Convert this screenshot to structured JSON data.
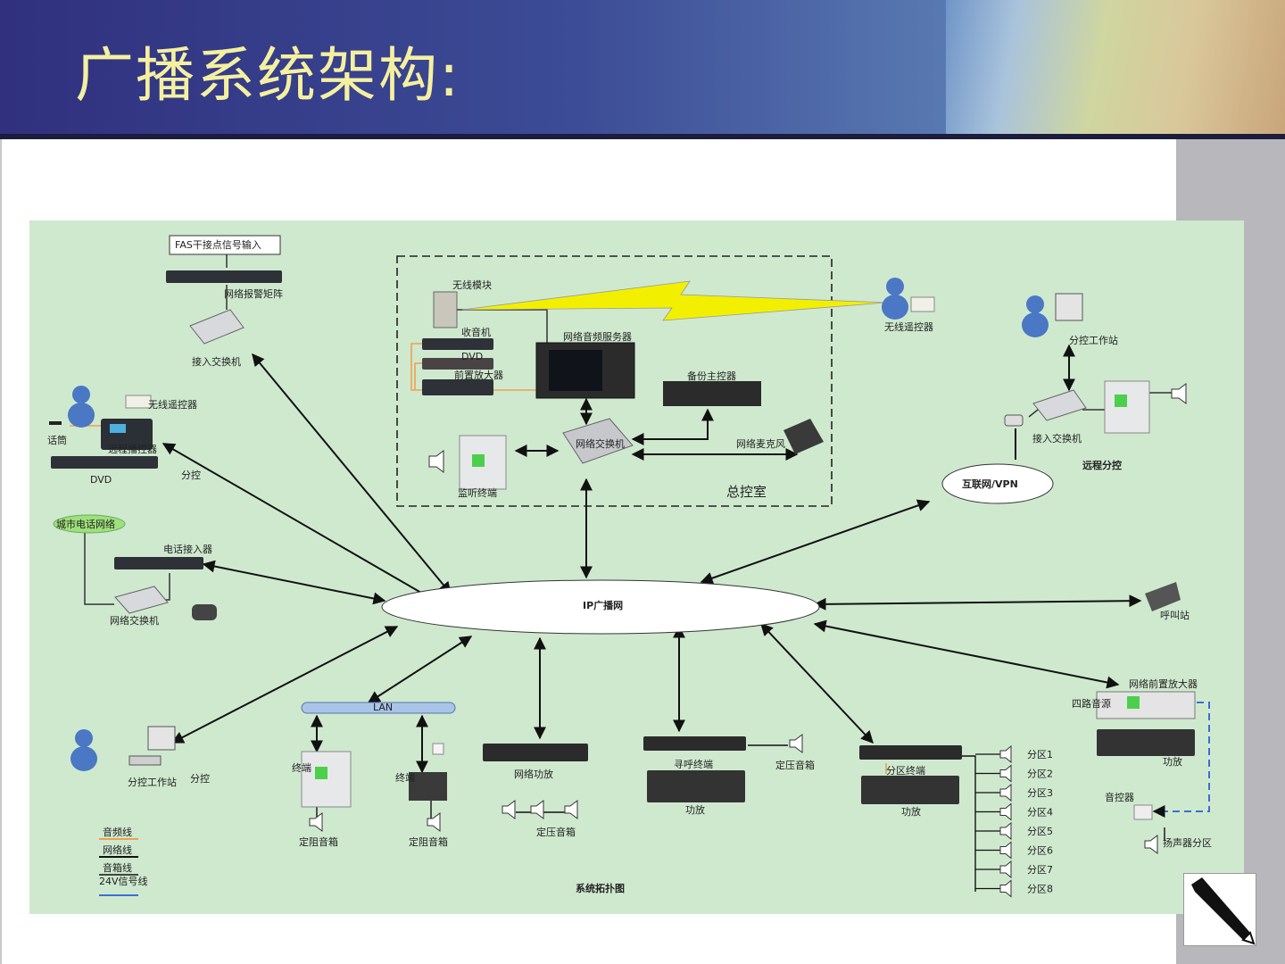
{
  "slide": {
    "title": "广播系统架构:"
  },
  "diagram": {
    "labels": {
      "fas_input": "FAS干接点信号输入",
      "alarm_matrix": "网络报警矩阵",
      "access_switch_tl": "接入交换机",
      "wireless_remote_l": "无线遥控器",
      "mic": "话筒",
      "remote_paging": "远程播控器",
      "dvd_l": "DVD",
      "sub_control_l": "分控",
      "city_phone": "城市电话网络",
      "phone_access": "电话接入器",
      "net_switch_l": "网络交换机",
      "sub_station_bl": "分控工作站",
      "sub_control_bl": "分控",
      "wireless_module": "无线模块",
      "tuner": "收音机",
      "dvd_c": "DVD",
      "preamp_c": "前置放大器",
      "audio_server": "网络音频服务器",
      "backup_host": "备份主控器",
      "net_mic": "网络麦克风",
      "core_switch": "网络交换机",
      "listen_terminal": "监听终端",
      "master_room": "总控室",
      "wireless_remote_r": "无线遥控器",
      "sub_station_r": "分控工作站",
      "access_switch_r": "接入交换机",
      "remote_sub": "远程分控",
      "internet": "互联网/VPN",
      "ip_net": "IP广播网",
      "call_station": "呼叫站",
      "lan": "LAN",
      "terminal_1": "终端",
      "terminal_2": "终端",
      "fixed_box_1": "定阻音箱",
      "fixed_box_2": "定阻音箱",
      "net_amp": "网络功放",
      "cv_box_1": "定压音箱",
      "paging_terminal": "寻呼终端",
      "cv_box_2": "定压音箱",
      "amp_1": "功放",
      "zone_terminal": "分区终端",
      "amp_2": "功放",
      "net_preamp": "网络前置放大器",
      "four_route": "四路音源",
      "amp_3": "功放",
      "volume_ctrl": "音控器",
      "speaker_zone": "扬声器分区",
      "zones": [
        "分区1",
        "分区2",
        "分区3",
        "分区4",
        "分区5",
        "分区6",
        "分区7",
        "分区8"
      ],
      "legend_audio": "音频线",
      "legend_net": "网络线",
      "legend_speaker": "音箱线",
      "legend_24v": "24V信号线",
      "caption": "系统拓扑图"
    },
    "colors": {
      "background": "#cfe9cf",
      "audio_line": "#f0a050",
      "net_line": "#111111",
      "speaker_line": "#111111",
      "signal_line": "#3a6fd6",
      "lightning": "#f2f000"
    }
  }
}
